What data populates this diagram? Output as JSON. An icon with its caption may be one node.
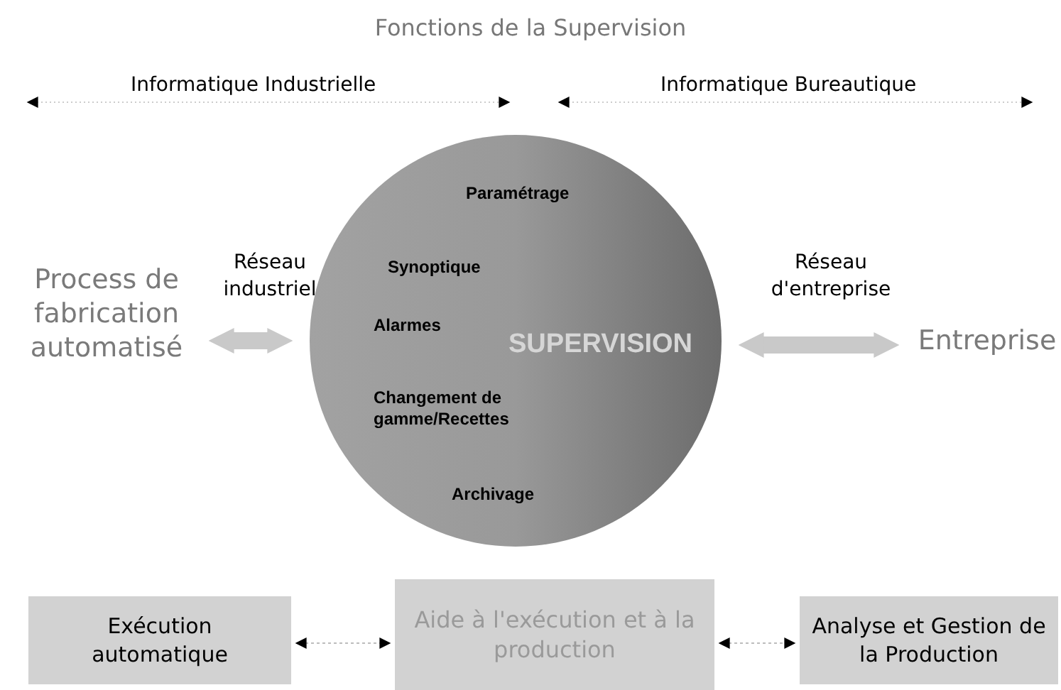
{
  "diagram": {
    "title": "Fonctions de la Supervision",
    "nodes": [
      {
        "text": [
          "Process de fabrication automatisé"
        ]
      },
      {
        "text": [
          "Paramétrage",
          "Synoptique",
          "Alarmes",
          "Changement de gamme/Recettes",
          "Archivage",
          "SUPERVISION"
        ]
      },
      {
        "text": [
          "Entreprise"
        ]
      },
      {
        "text": [
          "Exécution automatique"
        ]
      },
      {
        "text": [
          "Aide  à l'exécution et à la production"
        ]
      },
      {
        "text": [
          "Analyse et Gestion de la Production"
        ]
      }
    ],
    "edges": [
      {
        "from": 0,
        "to": 1,
        "arrow": "both",
        "label": "Réseau industriel",
        "style": "thick"
      },
      {
        "from": 1,
        "to": 2,
        "arrow": "both",
        "label": "Réseau d'entreprise",
        "style": "thick"
      },
      {
        "from": 3,
        "to": 4,
        "arrow": "both",
        "style": "dashed"
      },
      {
        "from": 4,
        "to": 5,
        "arrow": "both",
        "style": "dashed"
      }
    ],
    "labels": [
      "Informatique Industrielle",
      "Informatique Bureautique"
    ]
  }
}
